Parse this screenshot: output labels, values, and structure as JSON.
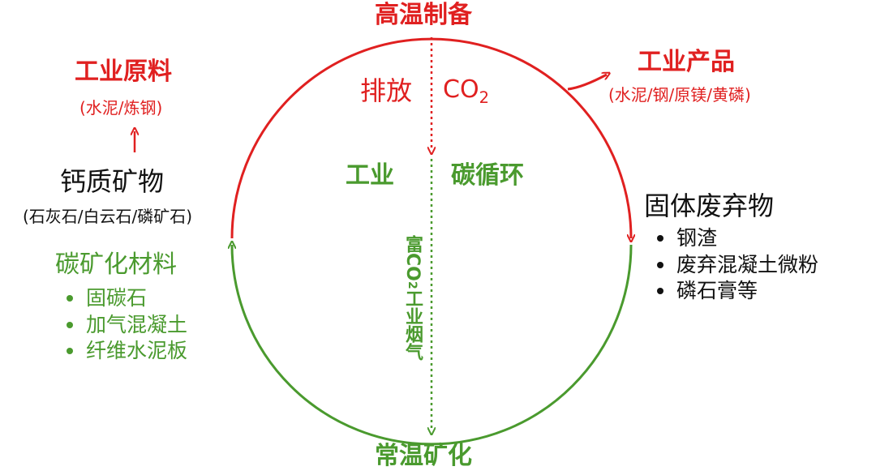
{
  "colors": {
    "red": "#e02020",
    "green": "#4a9a2e",
    "black": "#111111"
  },
  "top_label": "高温制备",
  "bottom_label": "常温矿化",
  "emission": {
    "verb": "排放",
    "gas": "CO",
    "gas_sub": "2"
  },
  "center": {
    "left": "工业",
    "right": "碳循环"
  },
  "flue_gas": {
    "prefix": "富CO",
    "sub": "2",
    "suffix": "工业烟气"
  },
  "left_top": {
    "title": "工业原料",
    "subtitle": "(水泥/炼钢)"
  },
  "left_mid": {
    "title": "钙质矿物",
    "subtitle": "(石灰石/白云石/磷矿石)"
  },
  "left_bottom": {
    "title": "碳矿化材料",
    "items": [
      "固碳石",
      "加气混凝土",
      "纤维水泥板"
    ]
  },
  "right_top": {
    "title": "工业产品",
    "subtitle": "(水泥/钢/原镁/黄磷)"
  },
  "right_mid": {
    "title": "固体废弃物",
    "items": [
      "钢渣",
      "废弃混凝土微粉",
      "磷石膏等"
    ]
  }
}
